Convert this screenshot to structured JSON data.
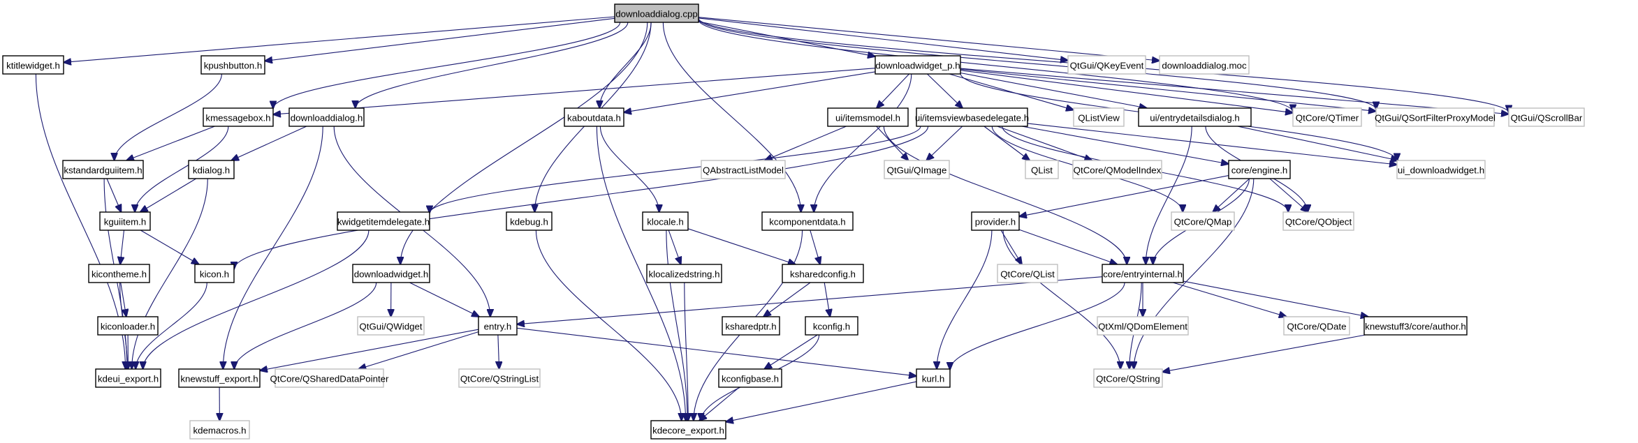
{
  "diagram": {
    "title": "downloaddialog.cpp",
    "type": "include-dependency-graph",
    "colors": {
      "edge": "#191970",
      "root_fill": "#bfbfbf",
      "local_border": "#000000",
      "external_border": "#bfbfbf"
    },
    "nodes": [
      {
        "id": "downloaddialog_cpp",
        "label": "downloaddialog.cpp",
        "kind": "root"
      },
      {
        "id": "ktitlewidget_h",
        "label": "ktitlewidget.h",
        "kind": "local"
      },
      {
        "id": "kpushbutton_h",
        "label": "kpushbutton.h",
        "kind": "local"
      },
      {
        "id": "downloadwidget_p_h",
        "label": "downloadwidget_p.h",
        "kind": "local"
      },
      {
        "id": "QKeyEvent",
        "label": "QtGui/QKeyEvent",
        "kind": "external"
      },
      {
        "id": "downloaddialog_moc",
        "label": "downloaddialog.moc",
        "kind": "external"
      },
      {
        "id": "kmessagebox_h",
        "label": "kmessagebox.h",
        "kind": "local"
      },
      {
        "id": "downloaddialog_h",
        "label": "downloaddialog.h",
        "kind": "local"
      },
      {
        "id": "kaboutdata_h",
        "label": "kaboutdata.h",
        "kind": "local"
      },
      {
        "id": "itemsmodel_h",
        "label": "ui/itemsmodel.h",
        "kind": "local"
      },
      {
        "id": "itemsviewbasedelegate_h",
        "label": "ui/itemsviewbasedelegate.h",
        "kind": "local"
      },
      {
        "id": "QListView",
        "label": "QListView",
        "kind": "external"
      },
      {
        "id": "entrydetailsdialog_h",
        "label": "ui/entrydetailsdialog.h",
        "kind": "local"
      },
      {
        "id": "QTimer",
        "label": "QtCore/QTimer",
        "kind": "external"
      },
      {
        "id": "QSortFilterProxyModel",
        "label": "QtGui/QSortFilterProxyModel",
        "kind": "external"
      },
      {
        "id": "QScrollBar",
        "label": "QtGui/QScrollBar",
        "kind": "external"
      },
      {
        "id": "kstandardguiitem_h",
        "label": "kstandardguiitem.h",
        "kind": "local"
      },
      {
        "id": "kdialog_h",
        "label": "kdialog.h",
        "kind": "local"
      },
      {
        "id": "QAbstractListModel",
        "label": "QAbstractListModel",
        "kind": "external"
      },
      {
        "id": "QImage",
        "label": "QtGui/QImage",
        "kind": "external"
      },
      {
        "id": "QList",
        "label": "QList",
        "kind": "external"
      },
      {
        "id": "QModelIndex",
        "label": "QtCore/QModelIndex",
        "kind": "external"
      },
      {
        "id": "engine_h",
        "label": "core/engine.h",
        "kind": "local"
      },
      {
        "id": "ui_downloadwidget_h",
        "label": "ui_downloadwidget.h",
        "kind": "external"
      },
      {
        "id": "kguiitem_h",
        "label": "kguiitem.h",
        "kind": "local"
      },
      {
        "id": "kwidgetitemdelegate_h",
        "label": "kwidgetitemdelegate.h",
        "kind": "local"
      },
      {
        "id": "kdebug_h",
        "label": "kdebug.h",
        "kind": "local"
      },
      {
        "id": "klocale_h",
        "label": "klocale.h",
        "kind": "local"
      },
      {
        "id": "kcomponentdata_h",
        "label": "kcomponentdata.h",
        "kind": "local"
      },
      {
        "id": "provider_h",
        "label": "provider.h",
        "kind": "local"
      },
      {
        "id": "QMap",
        "label": "QtCore/QMap",
        "kind": "external"
      },
      {
        "id": "QObject",
        "label": "QtCore/QObject",
        "kind": "external"
      },
      {
        "id": "kicontheme_h",
        "label": "kicontheme.h",
        "kind": "local"
      },
      {
        "id": "kicon_h",
        "label": "kicon.h",
        "kind": "local"
      },
      {
        "id": "downloadwidget_h",
        "label": "downloadwidget.h",
        "kind": "local"
      },
      {
        "id": "klocalizedstring_h",
        "label": "klocalizedstring.h",
        "kind": "local"
      },
      {
        "id": "ksharedconfig_h",
        "label": "ksharedconfig.h",
        "kind": "local"
      },
      {
        "id": "QtCoreQList",
        "label": "QtCore/QList",
        "kind": "external"
      },
      {
        "id": "entryinternal_h",
        "label": "core/entryinternal.h",
        "kind": "local"
      },
      {
        "id": "kiconloader_h",
        "label": "kiconloader.h",
        "kind": "local"
      },
      {
        "id": "QWidget",
        "label": "QtGui/QWidget",
        "kind": "external"
      },
      {
        "id": "entry_h",
        "label": "entry.h",
        "kind": "local"
      },
      {
        "id": "ksharedptr_h",
        "label": "ksharedptr.h",
        "kind": "local"
      },
      {
        "id": "kconfig_h",
        "label": "kconfig.h",
        "kind": "local"
      },
      {
        "id": "QDomElement",
        "label": "QtXml/QDomElement",
        "kind": "external"
      },
      {
        "id": "QDate",
        "label": "QtCore/QDate",
        "kind": "external"
      },
      {
        "id": "author_h",
        "label": "knewstuff3/core/author.h",
        "kind": "local"
      },
      {
        "id": "kdeui_export_h",
        "label": "kdeui_export.h",
        "kind": "local"
      },
      {
        "id": "knewstuff_export_h",
        "label": "knewstuff_export.h",
        "kind": "local"
      },
      {
        "id": "QSharedDataPointer",
        "label": "QtCore/QSharedDataPointer",
        "kind": "external"
      },
      {
        "id": "QStringList",
        "label": "QtCore/QStringList",
        "kind": "external"
      },
      {
        "id": "kconfigbase_h",
        "label": "kconfigbase.h",
        "kind": "local"
      },
      {
        "id": "kurl_h",
        "label": "kurl.h",
        "kind": "local"
      },
      {
        "id": "QString",
        "label": "QtCore/QString",
        "kind": "external"
      },
      {
        "id": "kdemacros_h",
        "label": "kdemacros.h",
        "kind": "external"
      },
      {
        "id": "kdecore_export_h",
        "label": "kdecore_export.h",
        "kind": "local"
      }
    ],
    "edges": [
      [
        "downloaddialog_cpp",
        "ktitlewidget_h"
      ],
      [
        "downloaddialog_cpp",
        "kpushbutton_h"
      ],
      [
        "downloaddialog_cpp",
        "kmessagebox_h"
      ],
      [
        "downloaddialog_cpp",
        "downloaddialog_h"
      ],
      [
        "downloaddialog_cpp",
        "downloadwidget_h"
      ],
      [
        "downloaddialog_cpp",
        "kdebug_h"
      ],
      [
        "downloaddialog_cpp",
        "kaboutdata_h"
      ],
      [
        "downloaddialog_cpp",
        "kcomponentdata_h"
      ],
      [
        "downloaddialog_cpp",
        "downloadwidget_p_h"
      ],
      [
        "downloaddialog_cpp",
        "QKeyEvent"
      ],
      [
        "downloaddialog_cpp",
        "downloaddialog_moc"
      ],
      [
        "downloaddialog_cpp",
        "QTimer"
      ],
      [
        "downloaddialog_cpp",
        "QSortFilterProxyModel"
      ],
      [
        "downloaddialog_cpp",
        "QScrollBar"
      ],
      [
        "ktitlewidget_h",
        "kdeui_export_h"
      ],
      [
        "kpushbutton_h",
        "kstandardguiitem_h"
      ],
      [
        "kmessagebox_h",
        "kstandardguiitem_h"
      ],
      [
        "kmessagebox_h",
        "kguiitem_h"
      ],
      [
        "downloaddialog_h",
        "kdialog_h"
      ],
      [
        "downloaddialog_h",
        "knewstuff_export_h"
      ],
      [
        "downloaddialog_h",
        "entry_h"
      ],
      [
        "kstandardguiitem_h",
        "kguiitem_h"
      ],
      [
        "kstandardguiitem_h",
        "kdeui_export_h"
      ],
      [
        "kdialog_h",
        "kguiitem_h"
      ],
      [
        "kdialog_h",
        "kdeui_export_h"
      ],
      [
        "kguiitem_h",
        "kicontheme_h"
      ],
      [
        "kguiitem_h",
        "kicon_h"
      ],
      [
        "kicontheme_h",
        "kiconloader_h"
      ],
      [
        "kicontheme_h",
        "kdeui_export_h"
      ],
      [
        "kiconloader_h",
        "kdeui_export_h"
      ],
      [
        "kicon_h",
        "kdeui_export_h"
      ],
      [
        "kwidgetitemdelegate_h",
        "kdeui_export_h"
      ],
      [
        "kdebug_h",
        "kdecore_export_h"
      ],
      [
        "kaboutdata_h",
        "klocale_h"
      ],
      [
        "kaboutdata_h",
        "kdecore_export_h"
      ],
      [
        "klocale_h",
        "klocalizedstring_h"
      ],
      [
        "klocale_h",
        "ksharedconfig_h"
      ],
      [
        "klocale_h",
        "kdecore_export_h"
      ],
      [
        "klocalizedstring_h",
        "kdecore_export_h"
      ],
      [
        "kcomponentdata_h",
        "ksharedconfig_h"
      ],
      [
        "kcomponentdata_h",
        "kdecore_export_h"
      ],
      [
        "ksharedconfig_h",
        "ksharedptr_h"
      ],
      [
        "ksharedconfig_h",
        "kconfig_h"
      ],
      [
        "kconfig_h",
        "kconfigbase_h"
      ],
      [
        "kconfig_h",
        "kdecore_export_h"
      ],
      [
        "kconfigbase_h",
        "kdecore_export_h"
      ],
      [
        "downloadwidget_p_h",
        "kmessagebox_h"
      ],
      [
        "downloadwidget_p_h",
        "kaboutdata_h"
      ],
      [
        "downloadwidget_p_h",
        "kcomponentdata_h"
      ],
      [
        "downloadwidget_p_h",
        "itemsmodel_h"
      ],
      [
        "downloadwidget_p_h",
        "itemsviewbasedelegate_h"
      ],
      [
        "downloadwidget_p_h",
        "QListView"
      ],
      [
        "downloadwidget_p_h",
        "entrydetailsdialog_h"
      ],
      [
        "downloadwidget_p_h",
        "QTimer"
      ],
      [
        "downloadwidget_p_h",
        "QSortFilterProxyModel"
      ],
      [
        "downloadwidget_p_h",
        "QScrollBar"
      ],
      [
        "downloadwidget_p_h",
        "ui_downloadwidget_h"
      ],
      [
        "itemsmodel_h",
        "QAbstractListModel"
      ],
      [
        "itemsmodel_h",
        "QImage"
      ],
      [
        "itemsmodel_h",
        "entryinternal_h"
      ],
      [
        "itemsviewbasedelegate_h",
        "QImage"
      ],
      [
        "itemsviewbasedelegate_h",
        "QList"
      ],
      [
        "itemsviewbasedelegate_h",
        "QModelIndex"
      ],
      [
        "itemsviewbasedelegate_h",
        "engine_h"
      ],
      [
        "itemsviewbasedelegate_h",
        "kwidgetitemdelegate_h"
      ],
      [
        "itemsviewbasedelegate_h",
        "kicon_h"
      ],
      [
        "itemsviewbasedelegate_h",
        "QMap"
      ],
      [
        "itemsviewbasedelegate_h",
        "QObject"
      ],
      [
        "itemsviewbasedelegate_h",
        "ui_downloadwidget_h"
      ],
      [
        "entrydetailsdialog_h",
        "ui_downloadwidget_h"
      ],
      [
        "entrydetailsdialog_h",
        "QObject"
      ],
      [
        "entrydetailsdialog_h",
        "entryinternal_h"
      ],
      [
        "engine_h",
        "provider_h"
      ],
      [
        "engine_h",
        "QMap"
      ],
      [
        "engine_h",
        "QObject"
      ],
      [
        "engine_h",
        "entryinternal_h"
      ],
      [
        "engine_h",
        "QString"
      ],
      [
        "provider_h",
        "QtCoreQList"
      ],
      [
        "provider_h",
        "entryinternal_h"
      ],
      [
        "provider_h",
        "kurl_h"
      ],
      [
        "provider_h",
        "QString"
      ],
      [
        "downloadwidget_h",
        "QWidget"
      ],
      [
        "downloadwidget_h",
        "entry_h"
      ],
      [
        "downloadwidget_h",
        "knewstuff_export_h"
      ],
      [
        "entryinternal_h",
        "entry_h"
      ],
      [
        "entryinternal_h",
        "QDomElement"
      ],
      [
        "entryinternal_h",
        "QDate"
      ],
      [
        "entryinternal_h",
        "author_h"
      ],
      [
        "entryinternal_h",
        "kurl_h"
      ],
      [
        "entryinternal_h",
        "QString"
      ],
      [
        "entry_h",
        "knewstuff_export_h"
      ],
      [
        "entry_h",
        "QSharedDataPointer"
      ],
      [
        "entry_h",
        "QStringList"
      ],
      [
        "entry_h",
        "kurl_h"
      ],
      [
        "author_h",
        "QString"
      ],
      [
        "knewstuff_export_h",
        "kdemacros_h"
      ],
      [
        "kurl_h",
        "kdecore_export_h"
      ]
    ]
  }
}
